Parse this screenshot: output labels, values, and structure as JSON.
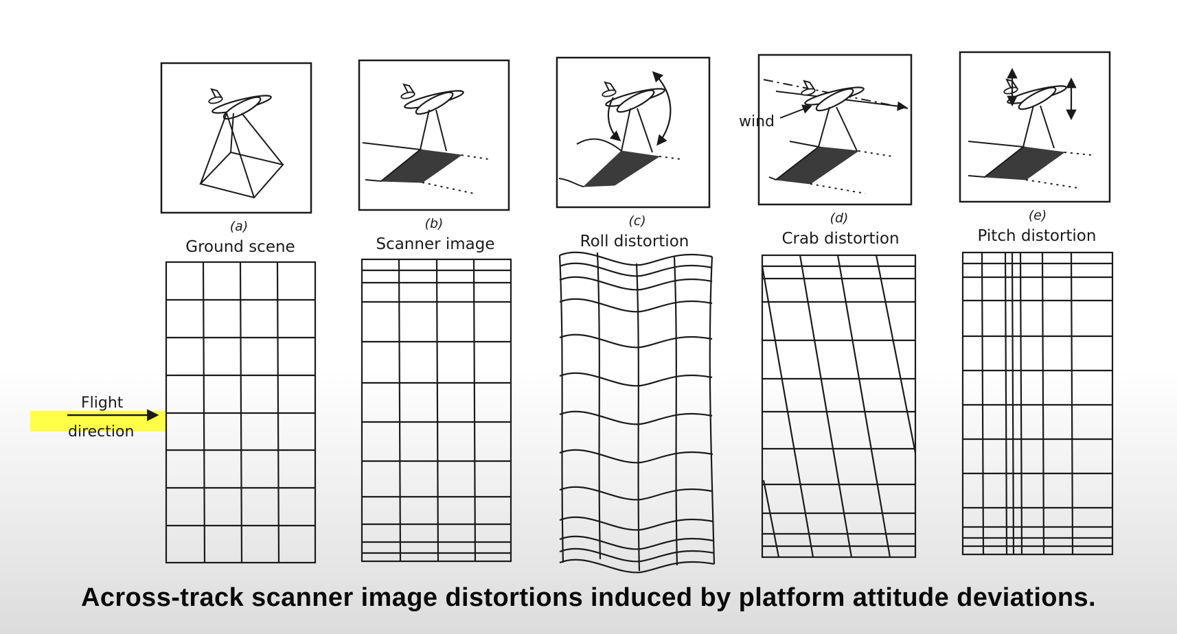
{
  "panels": [
    {
      "id": "a",
      "letter": "(a)",
      "caption": "Ground scene"
    },
    {
      "id": "b",
      "letter": "(b)",
      "caption": "Scanner image"
    },
    {
      "id": "c",
      "letter": "(c)",
      "caption": "Roll distortion"
    },
    {
      "id": "d",
      "letter": "(d)",
      "caption": "Crab distortion"
    },
    {
      "id": "e",
      "letter": "(e)",
      "caption": "Pitch distortion"
    }
  ],
  "wind_label": "wind",
  "flight_direction": {
    "line1": "Flight",
    "line2": "direction"
  },
  "highlight_color": "#ffff33",
  "ink_color": "#1a1a1a",
  "icons": [
    "airplane-icon",
    "rotation-arrow-icon",
    "flight-direction-arrow-icon"
  ],
  "caption": "Across-track scanner image distortions induced by platform attitude deviations."
}
